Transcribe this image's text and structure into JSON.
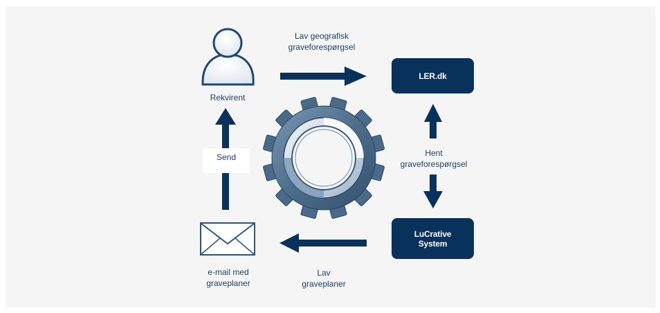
{
  "nodes": {
    "rekvirent": "Rekvirent",
    "ler": "LER.dk",
    "lucrative": "LuCrative\nSystem",
    "email": "e-mail med\ngraveplaner"
  },
  "edges": {
    "top": "Lav geografisk\ngraveforespørgsel",
    "right": "Hent\ngraveforespørgsel",
    "bottom": "Lav\ngraveplaner",
    "left": "Send"
  },
  "colors": {
    "primary": "#08315c",
    "gear": "#3f5f7d",
    "background": "#f5f5f5"
  },
  "icons": [
    "person-icon",
    "gear-icon",
    "envelope-icon"
  ]
}
